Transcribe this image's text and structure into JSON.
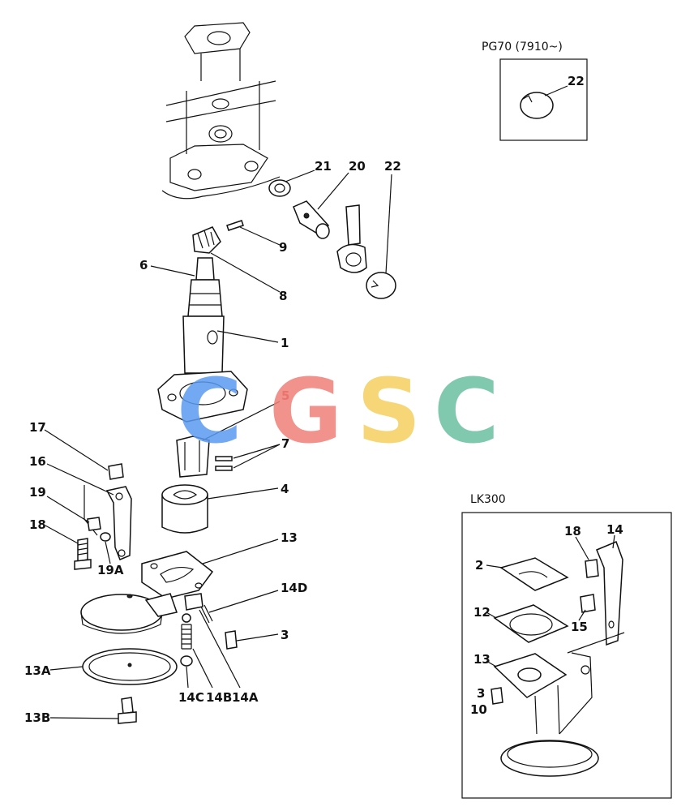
{
  "insets": {
    "pg70": {
      "title": "PG70 (7910~)",
      "labels": [
        "22"
      ]
    },
    "lk300": {
      "title": "LK300",
      "labels": [
        "18",
        "14",
        "2",
        "12",
        "15",
        "13",
        "3",
        "10"
      ]
    }
  },
  "callouts": [
    "21",
    "20",
    "22",
    "9",
    "6",
    "8",
    "1",
    "5",
    "7",
    "17",
    "16",
    "4",
    "19",
    "18",
    "19A",
    "13",
    "14D",
    "3",
    "13A",
    "14C",
    "14B",
    "14A",
    "13B"
  ],
  "watermark": {
    "letters": [
      "C",
      "G",
      "S",
      "C"
    ],
    "colors": [
      "#5a9bf0",
      "#f08078",
      "#f5d060",
      "#6cc0a0"
    ]
  },
  "accent_label_color": "#c0392b"
}
